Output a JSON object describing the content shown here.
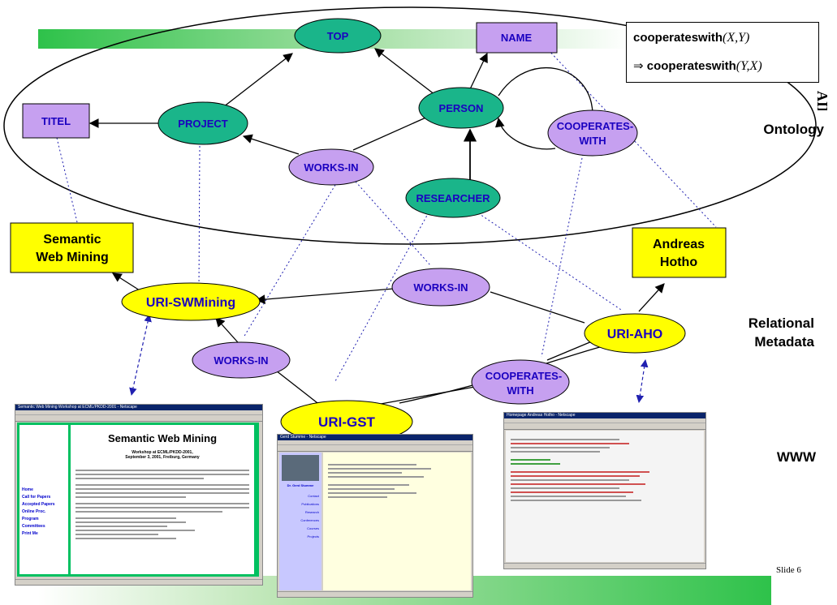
{
  "slide": {
    "number_label": "Slide 6"
  },
  "colors": {
    "concept": "#1ab58a",
    "property": "#c6a0f0",
    "literal_box": "#ffff00",
    "instance": "#ffff00",
    "banner": "#2ec24a"
  },
  "ontology": {
    "concepts": {
      "top": "TOP",
      "project": "PROJECT",
      "person": "PERSON",
      "researcher": "RESEARCHER"
    },
    "properties": {
      "works_in": "WORKS-IN",
      "cooperates_line1": "COOPERATES-",
      "cooperates_line2": "WITH"
    },
    "attributes": {
      "name": "NAME",
      "titel": "TITEL"
    }
  },
  "axiom": {
    "line1_pred": "cooperateswith",
    "line1_args": "(X,Y)",
    "implies": "⇒",
    "line2_pred": "cooperateswith",
    "line2_args": "(Y,X)"
  },
  "layer_labels": {
    "ontology": "Ontology",
    "relational_1": "Relational",
    "relational_2": "Metadata",
    "www": "WWW"
  },
  "metadata": {
    "literal_swm_1": "Semantic",
    "literal_swm_2": "Web Mining",
    "literal_aho_1": "Andreas",
    "literal_aho_2": "Hotho",
    "uri_swmining": "URI-SWMining",
    "uri_aho": "URI-AHO",
    "uri_gst": "URI-GST",
    "works_in_a": "WORKS-IN",
    "works_in_b": "WORKS-IN",
    "coop_line1": "COOPERATES-",
    "coop_line2": "WITH"
  },
  "pages": {
    "swm": {
      "window_title": "Semantic Web Mining Workshop at ECML/PKDD-2001 - Netscape",
      "heading": "Semantic Web Mining",
      "sub1": "Workshop at ECML/PKDD-2001,",
      "sub2": "September 3, 2001, Freiburg, Germany",
      "nav": [
        "Home",
        "Call for Papers",
        "Accepted Papers",
        "Online Proc.",
        "Program",
        "Committees",
        "Print Me"
      ]
    },
    "gst": {
      "window_title": "Gerd Stumme - Netscape",
      "name_label": "Dr. Gerd Stumme",
      "nav": [
        "Contact",
        "Publications",
        "Research",
        "Conferences",
        "Courses",
        "Projects"
      ]
    },
    "aho": {
      "window_title": "Homepage Andreas Hotho - Netscape"
    }
  },
  "wordmark": "AIFB"
}
